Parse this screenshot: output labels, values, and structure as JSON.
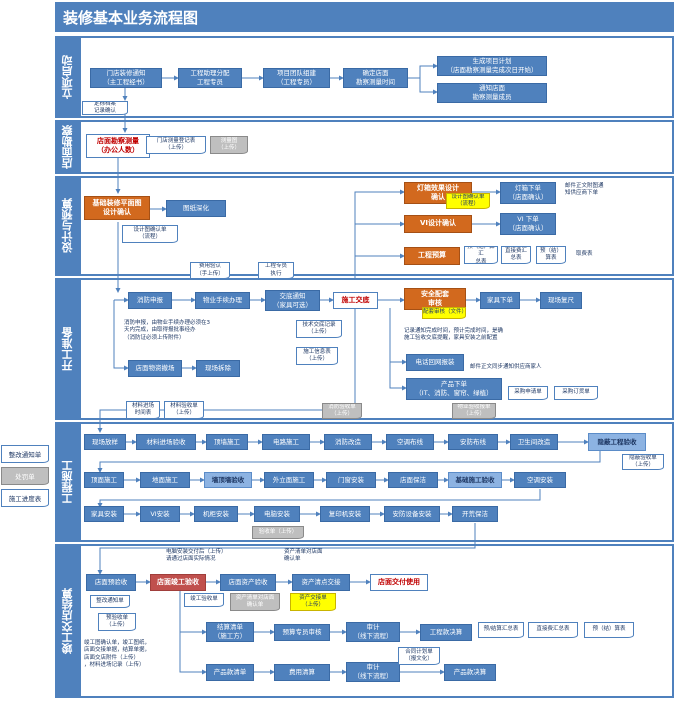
{
  "title": "装修基本业务流程图",
  "lanes": [
    "立项启动",
    "店面勘察",
    "设计与预算",
    "开工准备",
    "工程施工",
    "竣工交店结算"
  ],
  "side_docs": [
    "整改通知单",
    "处罚单",
    "施工进度表"
  ],
  "start": {
    "b1": "门店装修通知\n（主工程经书）",
    "b2": "工程助理分配\n工程专员",
    "b3": "项目团队组建\n（工程专员）",
    "b4": "确定店面\n勘察测量时间",
    "b5": "生成项目计划\n（店面勘察测量完成次日开始）",
    "b6": "通知店面\n勘察测量成员",
    "d1": "定标档案\n记录确认"
  },
  "survey": {
    "b1": "店面勘察测量\n（办公人数）",
    "d1": "门店测量登记表\n（上传）",
    "d2": "测量图\n（上传）"
  },
  "design": {
    "b1": "基础装修平面图\n设计确认",
    "b2": "图纸深化",
    "d1": "设计图确认单\n（流程）",
    "b3": "灯箱效果设计\n确认",
    "d2": "设计图确认单\n（流程）",
    "b4": "灯箱下单\n（店面确认）",
    "n1": "邮件正文附图通\n知供应商下单",
    "b5": "VI设计确认",
    "b6": "VI 下单\n（店面确认）",
    "b7": "工程预算",
    "d3": "预（结）算汇\n总表",
    "d4": "直接费汇\n总表",
    "d5": "预（结）\n算表",
    "n2": "取费表"
  },
  "prep": {
    "d1": "费用验认\n（手上传）",
    "d2": "工程专员\n执行",
    "b1": "消防申报",
    "b2": "物业手续办理",
    "b3": "交底通知\n（家具可选）",
    "b4": "施工交底",
    "b5": "安全配套\n审核",
    "d3": "配套审核（文件）",
    "b6": "家具下单",
    "b7": "现场复尺",
    "n1": "消防申报，由物业手续办理必须在3\n天内完成，由取得报批事经办\n（消防证必须上传附件）",
    "d4": "技术交底记录\n（上传）",
    "d5": "施工信息表\n（上传）",
    "n2": "记录通知完成时间，预计完成时间，是确\n施工验收交底提醒，家具安装之前配置",
    "b8": "店面物资撤场",
    "b9": "现场拆除",
    "b10": "电话回网报装",
    "n3": "邮件正文同步通知供应商家人",
    "b11": "产品下单\n（IT、消防、窗帘、绿植）",
    "n4": "采购申请单",
    "n5": "采购订货单",
    "d6": "材料进场\n时间表",
    "d7": "材料验收单\n（上传）",
    "d8": "消防验收单\n（上传）",
    "d9": "物业验收报单\n（上传）"
  },
  "build": {
    "r1": [
      "现场放样",
      "材料进场验收",
      "顶墙施工",
      "电路施工",
      "消防改造",
      "空调布线",
      "安防布线",
      "卫生间改造"
    ],
    "r1_end": "隐蔽工程验收",
    "d1": "隐蔽验收单\n（上传）",
    "r2": [
      "顶面施工",
      "地面施工",
      "墙顶墙验收",
      "外立面施工",
      "门窗安装",
      "店面保洁",
      "基础施工验收",
      "空调安装"
    ],
    "r3": [
      "家具安装",
      "VI安装",
      "机柜安装",
      "电脑安装",
      "复印机安装",
      "安防设备安装",
      "开荒保洁"
    ],
    "d2": "验收单（上传）"
  },
  "finish": {
    "n1": "电脑安装交付后（上传）\n请通过店面实际情况",
    "n2": "资产清单对店面\n确认单",
    "b1": "店面预验收",
    "b2": "店面竣工验收",
    "b3": "店面资产验收",
    "b4": "资产清点交接",
    "b5": "店面交付使用",
    "d1": "整改通知单",
    "d2": "竣工验收单",
    "d3": "资产清单对店面\n确认单",
    "d4": "资产交接单\n（上传）",
    "d5": "预验收单\n（上传）",
    "b6": "结算清单\n（施工方）",
    "b7": "预算专员审核",
    "b8": "审计\n（线下流程）",
    "b9": "工程款决算",
    "d6": "预/结算汇总表",
    "d7": "直接费汇总表",
    "d8": "预（结）算表",
    "n3": "竣工图确认单，竣工图纸，\n店面交接单据，结算单据，\n店面交店附件（上传）\n，材料进场记录（上传）",
    "b10": "产品款清单",
    "b11": "费用清算",
    "b12": "审计\n（线下流程）",
    "b13": "产品款决算",
    "d9": "合同计划单\n（报文化）"
  },
  "colors": {
    "primary": "#4f81bd",
    "accent": "#c0504d",
    "highlight": "#ffff00"
  }
}
